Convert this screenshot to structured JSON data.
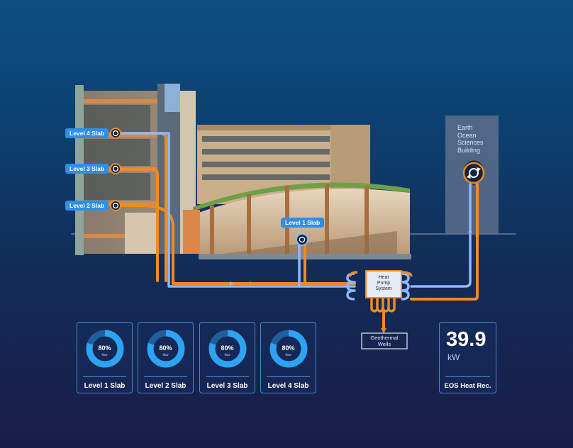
{
  "slab_labels": {
    "level4": "Level 4 Slab",
    "level3": "Level 3 Slab",
    "level2": "Level 2 Slab",
    "level1": "Level 1 Slab"
  },
  "eos_building": {
    "line1": "Earth",
    "line2": "Ocean",
    "line3": "Sciences",
    "line4": "Building"
  },
  "heat_pump": {
    "line1": "Heat",
    "line2": "Pump",
    "line3": "System"
  },
  "geothermal": {
    "line1": "Geothermal",
    "line2": "Wells"
  },
  "flow_cards": [
    {
      "label": "Level 1 Slab",
      "percent": "80%",
      "sub": "flow",
      "fraction": 0.8
    },
    {
      "label": "Level 2 Slab",
      "percent": "80%",
      "sub": "flow",
      "fraction": 0.8
    },
    {
      "label": "Level 3 Slab",
      "percent": "80%",
      "sub": "flow",
      "fraction": 0.8
    },
    {
      "label": "Level 4 Slab",
      "percent": "80%",
      "sub": "flow",
      "fraction": 0.8
    }
  ],
  "heat_recovery": {
    "value": "39.9",
    "unit": "kW",
    "label": "EOS Heat Rec."
  },
  "colors": {
    "supply_pipe": "#f08a24",
    "return_pipe": "#8fb8ff",
    "label_blue": "#2f8ee6",
    "ring_track": "#1f5f9e",
    "ring_fill": "#2ea4f0",
    "card_border": "#4a88c8"
  },
  "icons": {
    "slab_node": "cycle-arrows-icon",
    "eos_node": "cycle-arrows-icon"
  }
}
